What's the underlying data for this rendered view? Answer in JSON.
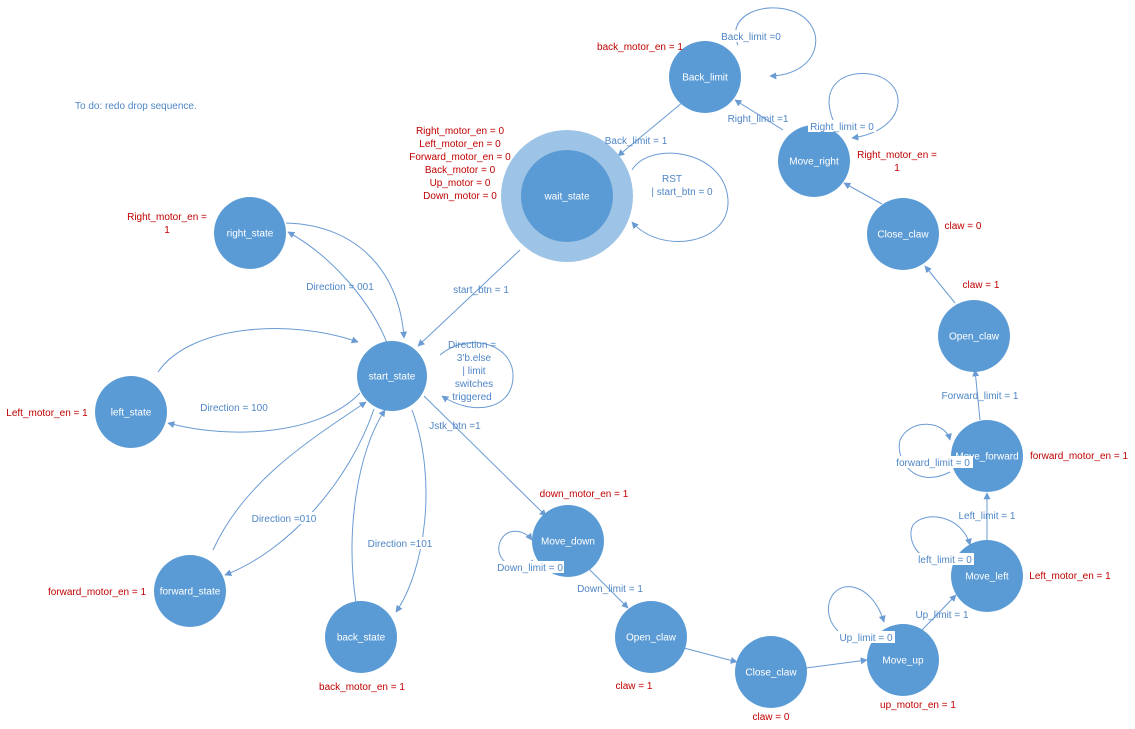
{
  "note": "To do: redo drop sequence.",
  "states": {
    "wait": "wait_state",
    "start": "start_state",
    "right": "right_state",
    "left": "left_state",
    "forward": "forward_state",
    "back": "back_state",
    "move_down": "Move_down",
    "open_claw_1": "Open_claw",
    "close_claw_1": "Close_claw",
    "move_up": "Move_up",
    "move_left": "Move_left",
    "move_forward": "Move_forward",
    "open_claw_2": "Open_claw",
    "close_claw_2": "Close_claw",
    "move_right": "Move_right",
    "back_limit": "Back_limit"
  },
  "transitions": {
    "rst_1": "RST",
    "rst_2": "| start_btn = 0",
    "start_btn": "start_btn = 1",
    "dir_001": "Direction = 001",
    "dir_100": "Direction = 100",
    "dir_010": "Direction =010",
    "dir_101": "Direction  =101",
    "else_1": "Direction =",
    "else_2": "3'b.else",
    "else_3": "| limit",
    "else_4": "switches",
    "else_5": "triggered",
    "jstk": "Jstk_btn =1",
    "down_limit_0": "Down_limit = 0",
    "down_limit_1": "Down_limit = 1",
    "up_limit_0": "Up_limit = 0",
    "up_limit_1": "Up_limit = 1",
    "left_limit_0": "left_limit = 0",
    "left_limit_1": "Left_limit = 1",
    "forward_limit_0": "forward_limit = 0",
    "forward_limit_1": "Forward_limit = 1",
    "right_limit_0": "Right_limit = 0",
    "right_limit_1": "Right_limit =1",
    "back_limit_0": "Back_limit =0",
    "back_limit_1": "Back_limit = 1"
  },
  "outputs": {
    "wait_1": "Right_motor_en = 0",
    "wait_2": "Left_motor_en = 0",
    "wait_3": "Forward_motor_en = 0",
    "wait_4": "Back_motor = 0",
    "wait_5": "Up_motor = 0",
    "wait_6": "Down_motor = 0",
    "right_1": "Right_motor_en =",
    "right_2": "1",
    "left": "Left_motor_en = 1",
    "forward": "forward_motor_en = 1",
    "back": "back_motor_en = 1",
    "move_down": "down_motor_en = 1",
    "open_claw_1": "claw = 1",
    "close_claw_1": "claw = 0",
    "move_up": "up_motor_en = 1",
    "move_left": "Left_motor_en = 1",
    "move_forward": "forward_motor_en = 1",
    "open_claw_2": "claw = 1",
    "close_claw_2": "claw = 0",
    "move_right_1": "Right_motor_en =",
    "move_right_2": "1",
    "back_limit": "back_motor_en = 1"
  }
}
